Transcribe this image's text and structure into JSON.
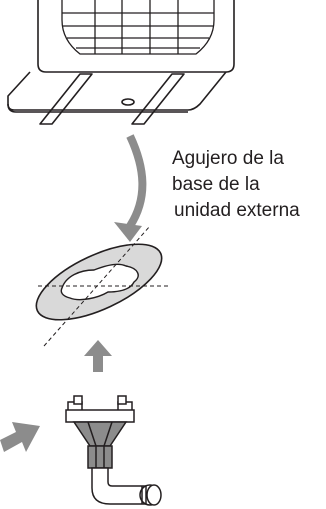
{
  "caption": {
    "line1": "Agujero de la",
    "line2": "base de la",
    "line3": "unidad externa"
  },
  "colors": {
    "stroke": "#231f20",
    "arrow_fill": "#8c8c8c",
    "disc_fill": "#d9d9d9",
    "background": "#ffffff"
  }
}
